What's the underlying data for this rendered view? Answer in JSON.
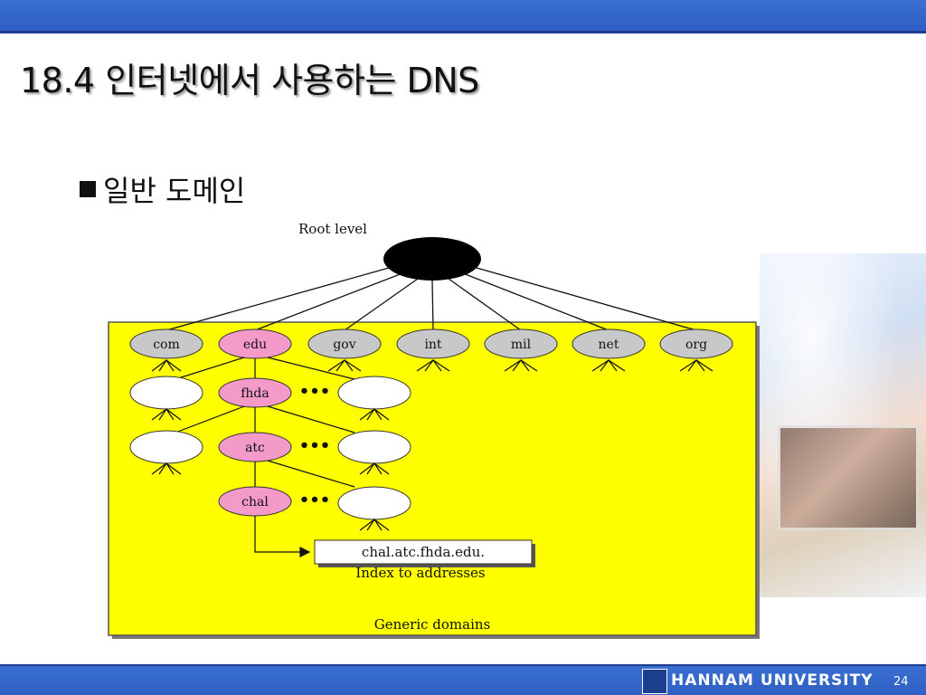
{
  "slide": {
    "title": "18.4 인터넷에서 사용하는 DNS",
    "bullet": "일반 도메인"
  },
  "diagram": {
    "root_label": "Root level",
    "domains": [
      "com",
      "edu",
      "gov",
      "int",
      "mil",
      "net",
      "org"
    ],
    "subdomains": [
      "fhda",
      "atc",
      "chal"
    ],
    "address_label": "chal.atc.fhda.edu.",
    "index_label": "Index to addresses",
    "caption": "Generic domains"
  },
  "footer": {
    "university": "HANNAM UNIVERSITY",
    "page_number": "24"
  },
  "colors": {
    "bar": "#2f5fc4",
    "panel": "#ffff00",
    "gray_node": "#c8c8c8",
    "pink_node": "#f49ac8"
  }
}
